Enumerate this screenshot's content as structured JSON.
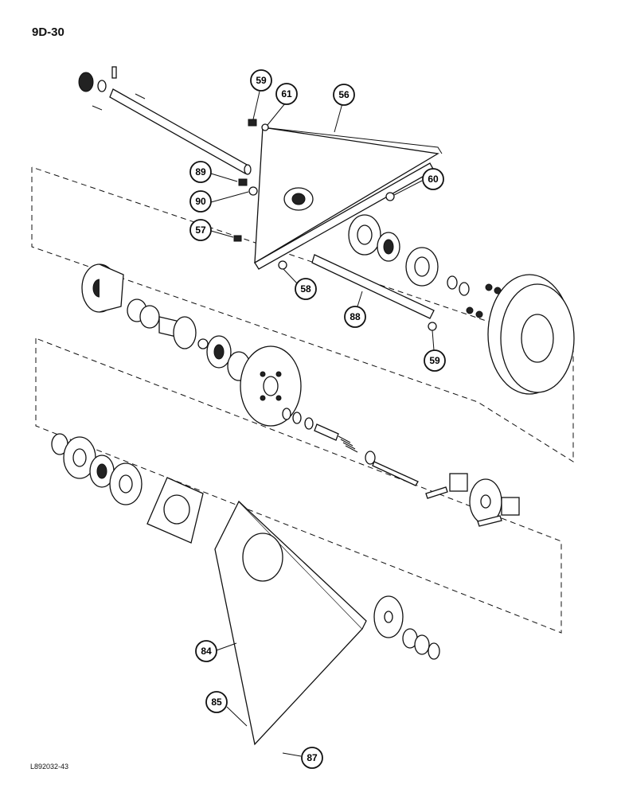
{
  "page_label": "9D-30",
  "figure_code": "L892032-43",
  "callouts": [
    {
      "id": "c59a",
      "label": "59"
    },
    {
      "id": "c61",
      "label": "61"
    },
    {
      "id": "c56",
      "label": "56"
    },
    {
      "id": "c89",
      "label": "89"
    },
    {
      "id": "c90",
      "label": "90"
    },
    {
      "id": "c60",
      "label": "60"
    },
    {
      "id": "c57",
      "label": "57"
    },
    {
      "id": "c58",
      "label": "58"
    },
    {
      "id": "c88",
      "label": "88"
    },
    {
      "id": "c59b",
      "label": "59"
    },
    {
      "id": "c84",
      "label": "84"
    },
    {
      "id": "c85",
      "label": "85"
    },
    {
      "id": "c87",
      "label": "87"
    }
  ]
}
